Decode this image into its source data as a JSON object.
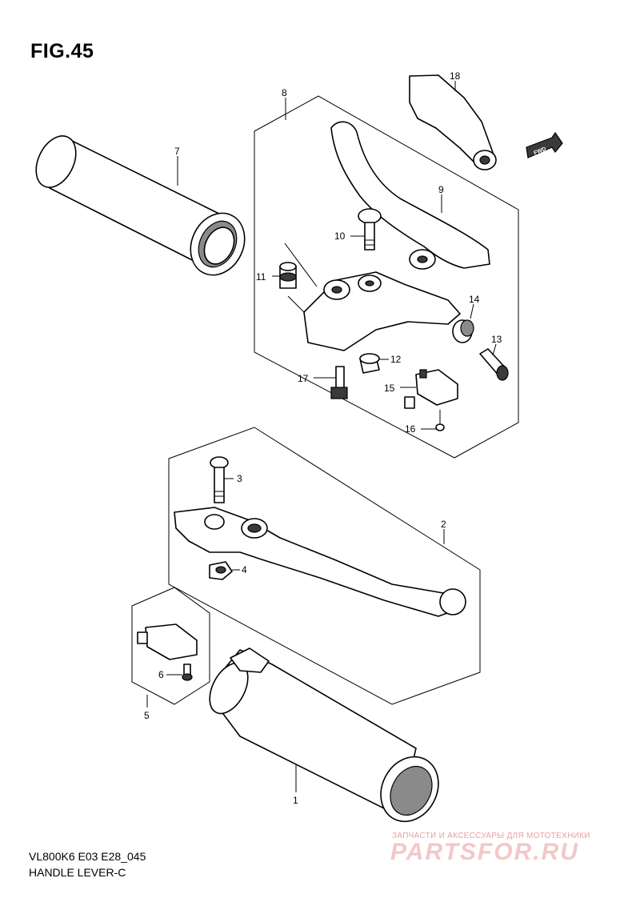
{
  "figure": {
    "title": "FIG.45",
    "code": "VL800K6 E03 E28_045",
    "name": "HANDLE LEVER-C"
  },
  "direction_badge": "FWD",
  "callouts": [
    "1",
    "2",
    "3",
    "4",
    "5",
    "6",
    "7",
    "8",
    "9",
    "10",
    "11",
    "12",
    "13",
    "14",
    "15",
    "16",
    "17",
    "18"
  ],
  "watermark": {
    "tagline": "ЗАПЧАСТИ И АКСЕССУАРЫ ДЛЯ МОТОТЕХНИКИ",
    "brand": "PARTSFOR.RU"
  }
}
